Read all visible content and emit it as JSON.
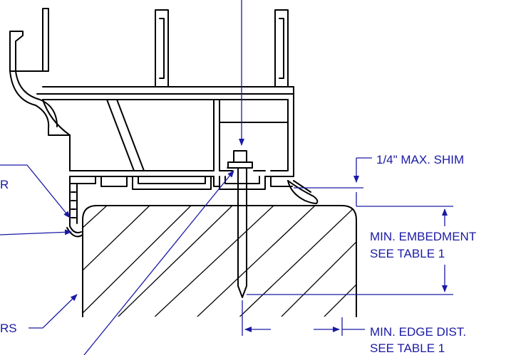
{
  "labels": {
    "shim": "1/4\"  MAX. SHIM",
    "embedment_line1": "MIN. EMBEDMENT",
    "embedment_line2": "SEE TABLE 1",
    "edge_line1": "MIN. EDGE DIST.",
    "edge_line2": "SEE TABLE 1",
    "left_top_fragment": "R",
    "left_bottom_fragment": "RS"
  },
  "colors": {
    "linework": "#000000",
    "annotation": "#1a1aa6",
    "background": "#ffffff"
  }
}
